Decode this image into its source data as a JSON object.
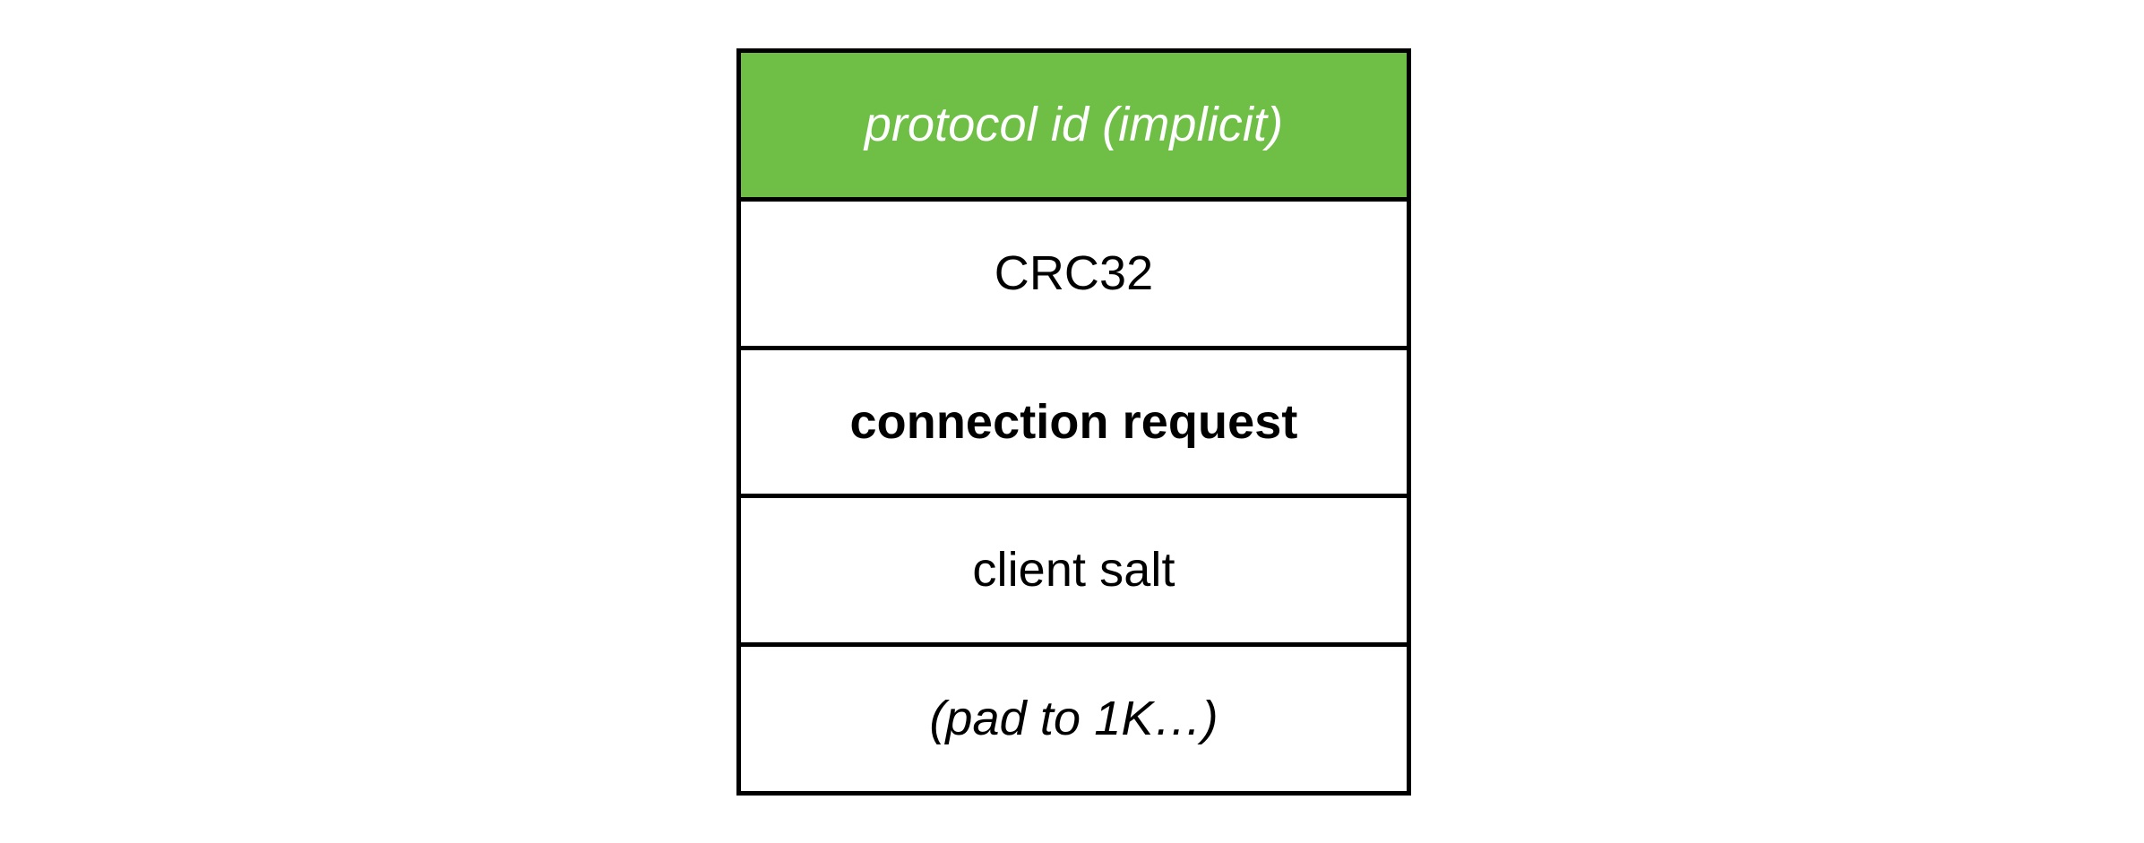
{
  "diagram": {
    "type": "packet-layout",
    "title": "",
    "colors": {
      "header_fill": "#6FBE46",
      "field_fill": "#FFFFFF",
      "border": "#000000",
      "header_text": "#FFFFFF",
      "field_text": "#000000",
      "background": "#FFFFFF"
    },
    "fields": [
      {
        "label": "protocol id (implicit)",
        "style": "header"
      },
      {
        "label": "CRC32",
        "style": "normal"
      },
      {
        "label": "connection request",
        "style": "bold"
      },
      {
        "label": "client salt",
        "style": "normal"
      },
      {
        "label": "(pad to 1K…)",
        "style": "italic"
      }
    ]
  }
}
